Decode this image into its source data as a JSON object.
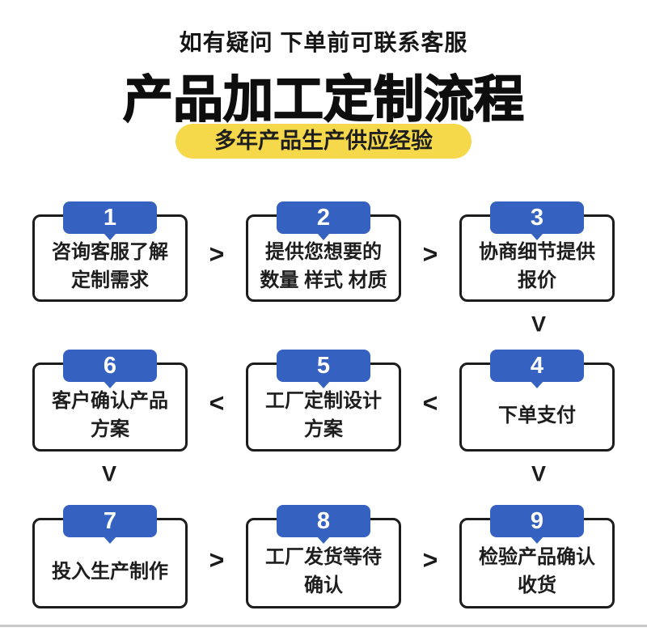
{
  "header": {
    "note": "如有疑问 下单前可联系客服",
    "title": "产品加工定制流程",
    "badge": "多年产品生产供应经验"
  },
  "colors": {
    "accent_blue": "#3561c0",
    "badge_yellow": "#f6d94a",
    "text_dark": "#1c1c1c",
    "divider_gray": "#c9c9c9"
  },
  "steps": [
    {
      "number": "1",
      "label": "咨询客服了解\n定制需求"
    },
    {
      "number": "2",
      "label": "提供您想要的\n数量 样式 材质"
    },
    {
      "number": "3",
      "label": "协商细节提供\n报价"
    },
    {
      "number": "4",
      "label": "下单支付"
    },
    {
      "number": "5",
      "label": "工厂定制设计\n方案"
    },
    {
      "number": "6",
      "label": "客户确认产品\n方案"
    },
    {
      "number": "7",
      "label": "投入生产制作"
    },
    {
      "number": "8",
      "label": "工厂发货等待\n确认"
    },
    {
      "number": "9",
      "label": "检验产品确认\n收货"
    }
  ],
  "arrows": [
    {
      "glyph": ">"
    },
    {
      "glyph": ">"
    },
    {
      "glyph": "V"
    },
    {
      "glyph": "<"
    },
    {
      "glyph": "<"
    },
    {
      "glyph": "V"
    },
    {
      "glyph": "V"
    },
    {
      "glyph": ">"
    },
    {
      "glyph": ">"
    }
  ]
}
